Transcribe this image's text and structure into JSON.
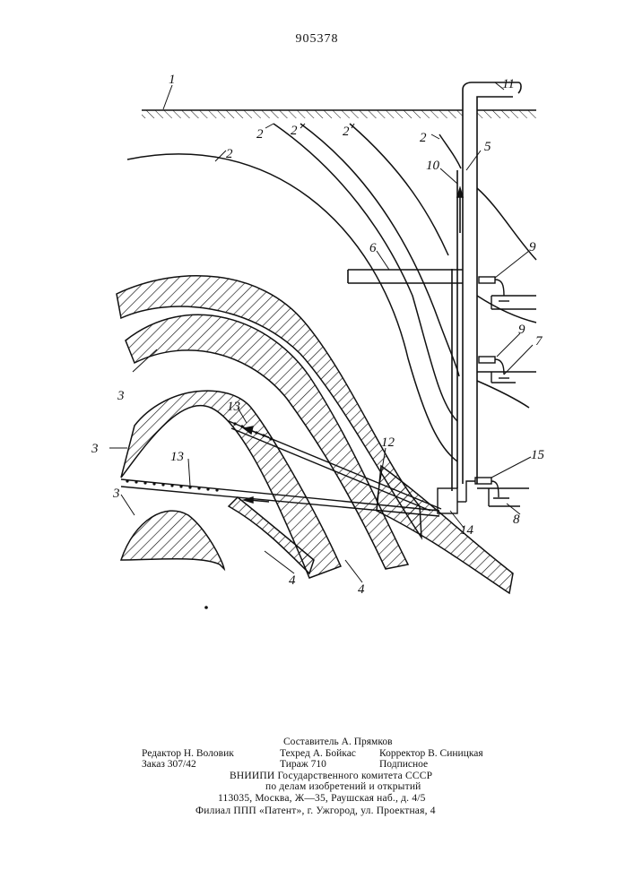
{
  "page_number": "905378",
  "figure_labels": {
    "l1": "1",
    "l2a": "2",
    "l2b": "2",
    "l2c": "2",
    "l2d": "2",
    "l2e": "2",
    "l3a": "3",
    "l3b": "3",
    "l3c": "3",
    "l4a": "4",
    "l4b": "4",
    "l5": "5",
    "l6": "6",
    "l7": "7",
    "l8": "8",
    "l9a": "9",
    "l9b": "9",
    "l10": "10",
    "l11": "11",
    "l12": "12",
    "l13a": "13",
    "l13b": "13",
    "l14": "14",
    "l15": "15"
  },
  "footer": {
    "composer": "Составитель А. Прямков",
    "editor": "Редактор Н. Воловик",
    "techred": "Техред А. Бойкас",
    "corrector": "Корректор В. Синицкая",
    "order": "Заказ 307/42",
    "circulation": "Тираж 710",
    "subscription": "Подписное",
    "institute_line1": "ВНИИПИ  Государственного  комитета  СССР",
    "institute_line2": "по  делам  изобретений  и  открытий",
    "address": "113035,  Москва,  Ж—35,  Раушская  наб.,  д.  4/5",
    "branch": "Филиал  ППП  «Патент»,  г.  Ужгород,  ул.  Проектная,  4"
  }
}
